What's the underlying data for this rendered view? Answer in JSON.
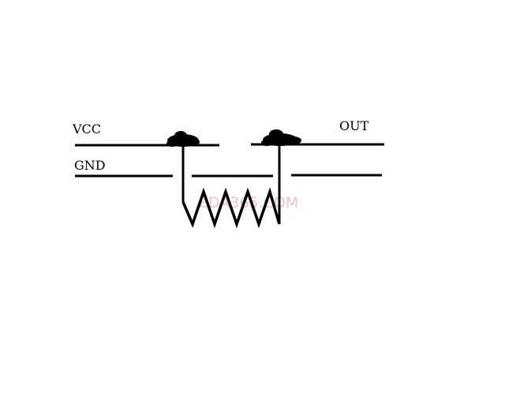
{
  "labels": {
    "vcc": "VCC",
    "gnd": "GND",
    "out": "OUT"
  },
  "watermark": "EDA365.COM",
  "colors": {
    "ink": "#000000",
    "watermark": "#e8b0b0",
    "background": "#ffffff"
  }
}
